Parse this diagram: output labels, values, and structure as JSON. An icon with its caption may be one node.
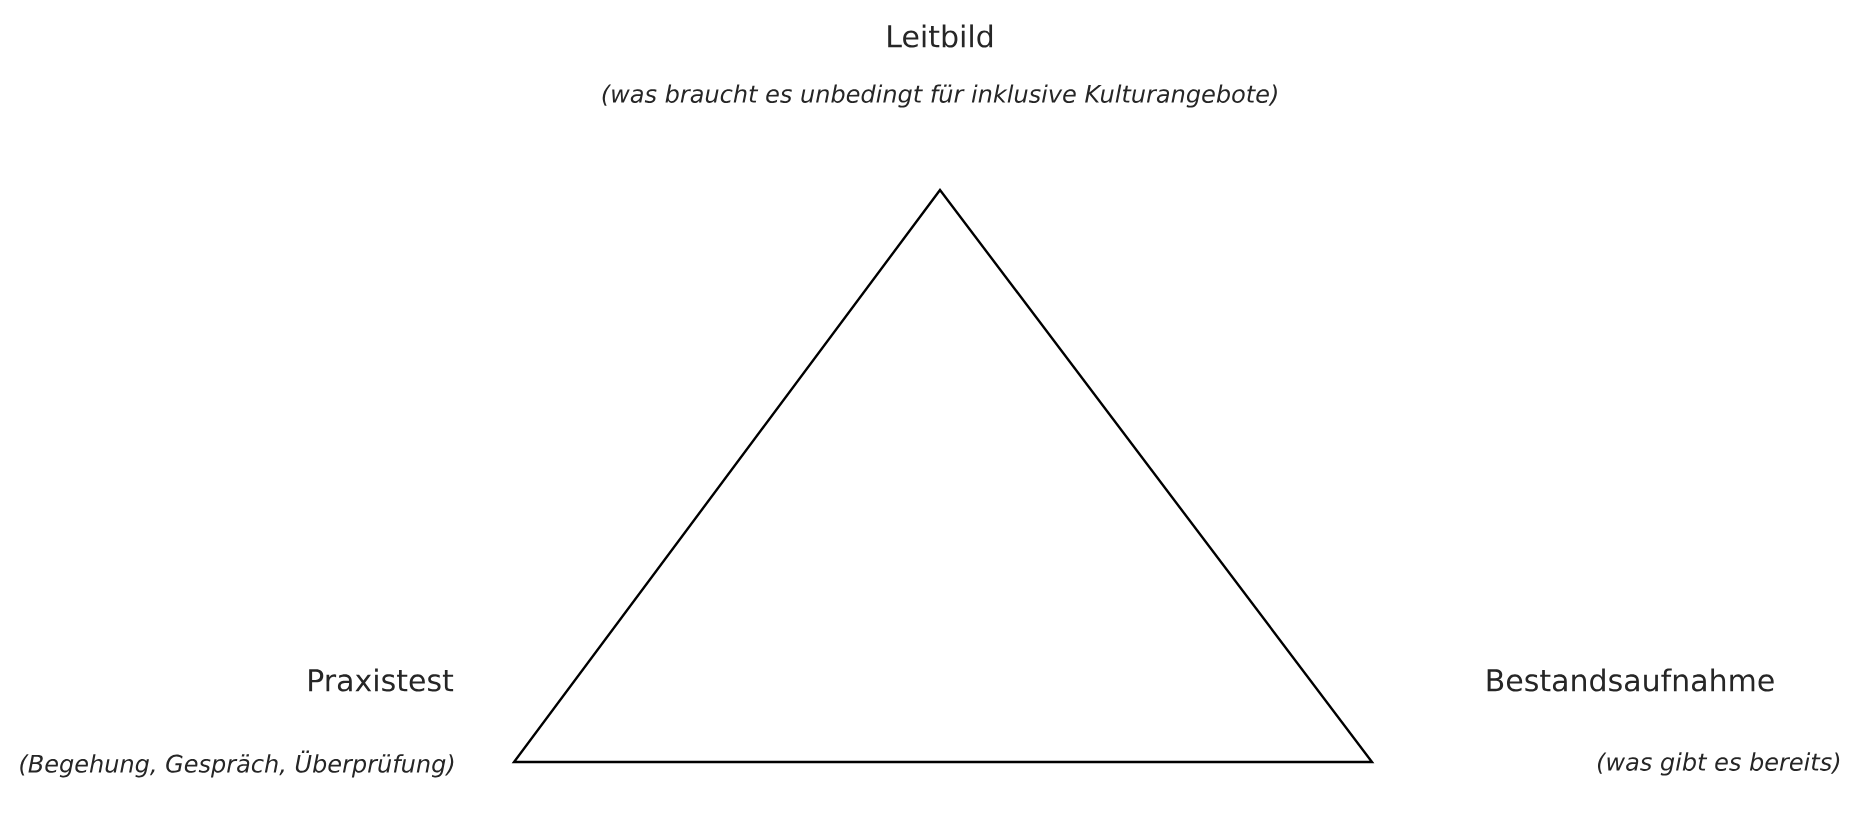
{
  "diagram": {
    "labels": [
      "Leitbild",
      "(was braucht es unbedingt für inklusive Kulturangebote)",
      "Praxistest",
      "Bestandsaufnahme",
      "(Begehung, Gespräch, Überprüfung)",
      "(was gibt es bereits)"
    ]
  }
}
